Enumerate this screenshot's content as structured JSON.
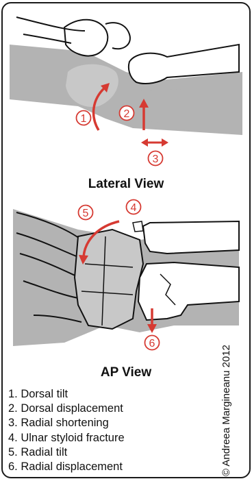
{
  "titles": {
    "lateral": "Lateral View",
    "ap": "AP View"
  },
  "callouts": [
    "1",
    "2",
    "3",
    "4",
    "5",
    "6"
  ],
  "legend": [
    "1. Dorsal tilt",
    "2. Dorsal displacement",
    "3. Radial shortening",
    "4. Ulnar styloid fracture",
    "5. Radial tilt",
    "6. Radial displacement"
  ],
  "copyright": "© Andreea Margineanu 2012",
  "colors": {
    "accent": "#d63a32",
    "bone_shadow": "#b3b3b3",
    "outline": "#111111"
  }
}
